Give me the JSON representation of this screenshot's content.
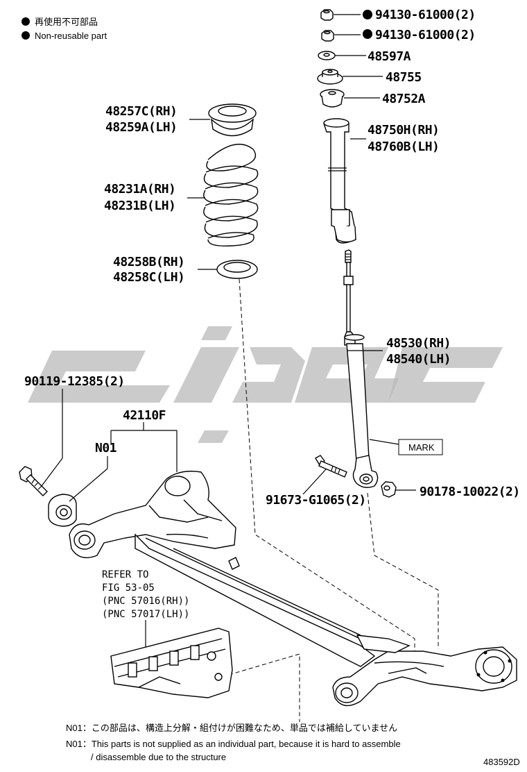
{
  "legend": {
    "jp": "再使用不可部品",
    "en": "Non-reusable part"
  },
  "parts": {
    "nut_1": "94130-61000(2)",
    "nut_2": "94130-61000(2)",
    "washer": "48597A",
    "bushing_upper": "48755",
    "bushing_lower": "48752A",
    "boot_rh": "48750H(RH)",
    "boot_lh": "48760B(LH)",
    "spring_seat_upper_rh": "48257C(RH)",
    "spring_seat_upper_lh": "48259A(LH)",
    "coil_spring_rh": "48231A(RH)",
    "coil_spring_lh": "48231B(LH)",
    "spring_seat_lower_rh": "48258B(RH)",
    "spring_seat_lower_lh": "48258C(LH)",
    "absorber_rh": "48530(RH)",
    "absorber_lh": "48540(LH)",
    "mark_label": "MARK",
    "bolt_front": "90119-12385(2)",
    "axle_beam": "42110F",
    "n01": "N01",
    "bolt_absorber": "91673-G1065(2)",
    "nut_absorber": "90178-10022(2)"
  },
  "refer": {
    "line1": "REFER TO",
    "line2": "FIG 53-05",
    "line3": "(PNC 57016(RH))",
    "line4": "(PNC 57017(LH))"
  },
  "footnotes": {
    "jp": "N01：この部品は、構造上分解・組付けが困難なため、単品では補給していません",
    "en1": "N01：This parts is not supplied as an individual part, because it is hard to assemble",
    "en2": "/ disassemble due to the structure"
  },
  "figure_code": "483592D"
}
